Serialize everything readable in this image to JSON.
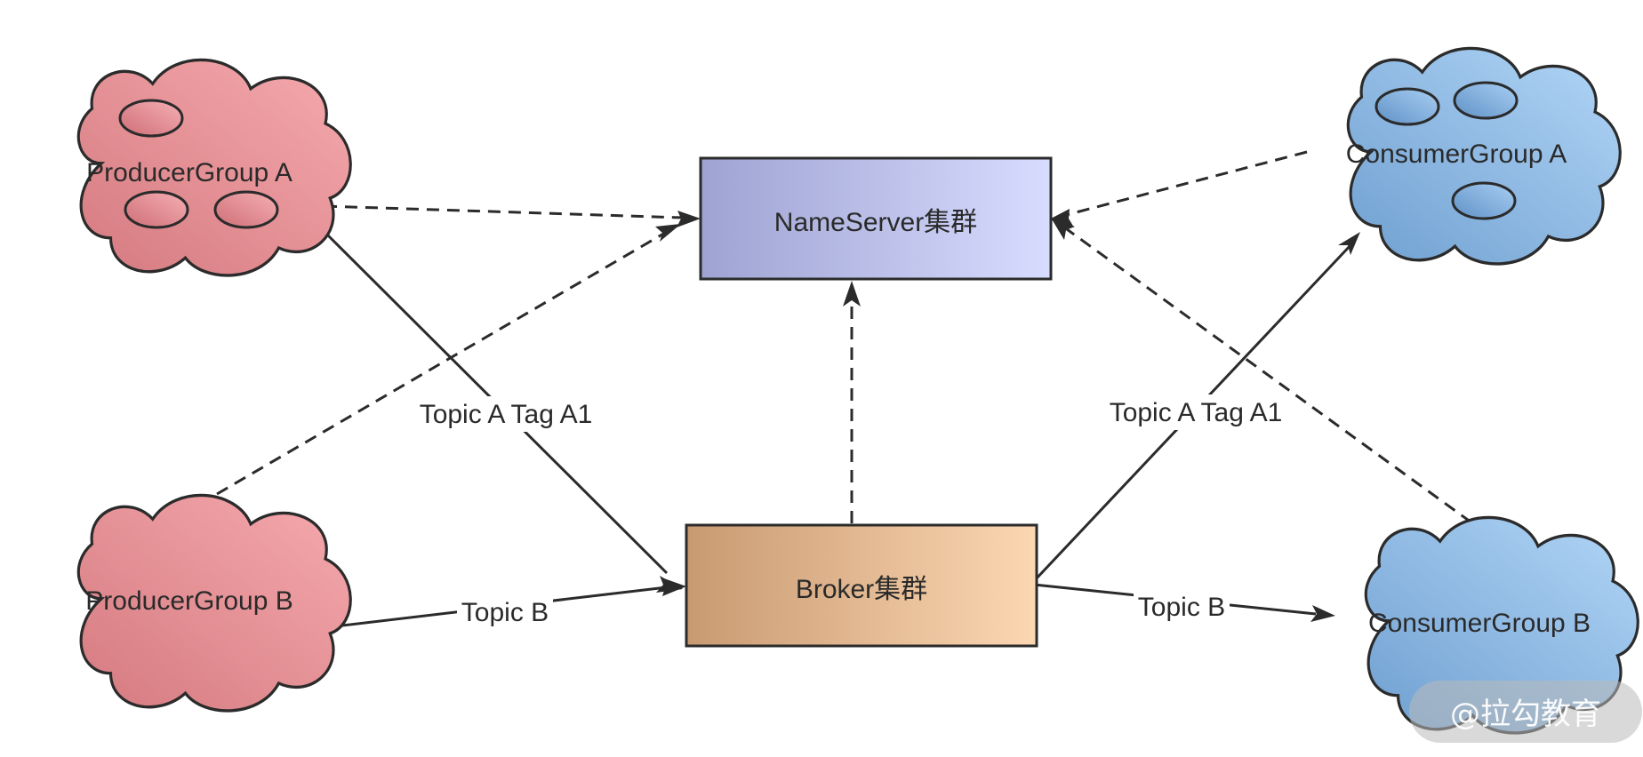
{
  "nodes": {
    "producer_a": "ProducerGroup A",
    "producer_b": "ProducerGroup B",
    "nameserver": "NameServer集群",
    "broker": "Broker集群",
    "consumer_a": "ConsumerGroup A",
    "consumer_b": "ConsumerGroup B"
  },
  "edges": {
    "producer_a_to_broker": "Topic A Tag A1",
    "producer_b_to_broker": "Topic B",
    "broker_to_consumer_a": "Topic A Tag A1",
    "broker_to_consumer_b": "Topic B"
  },
  "watermark": "@拉勾教育",
  "colors": {
    "producer_fill": "#e8959b",
    "consumer_fill": "#93bde6",
    "nameserver_fill": "#b9bde8",
    "broker_fill": "#e6bb92",
    "stroke": "#2b2b2b"
  }
}
